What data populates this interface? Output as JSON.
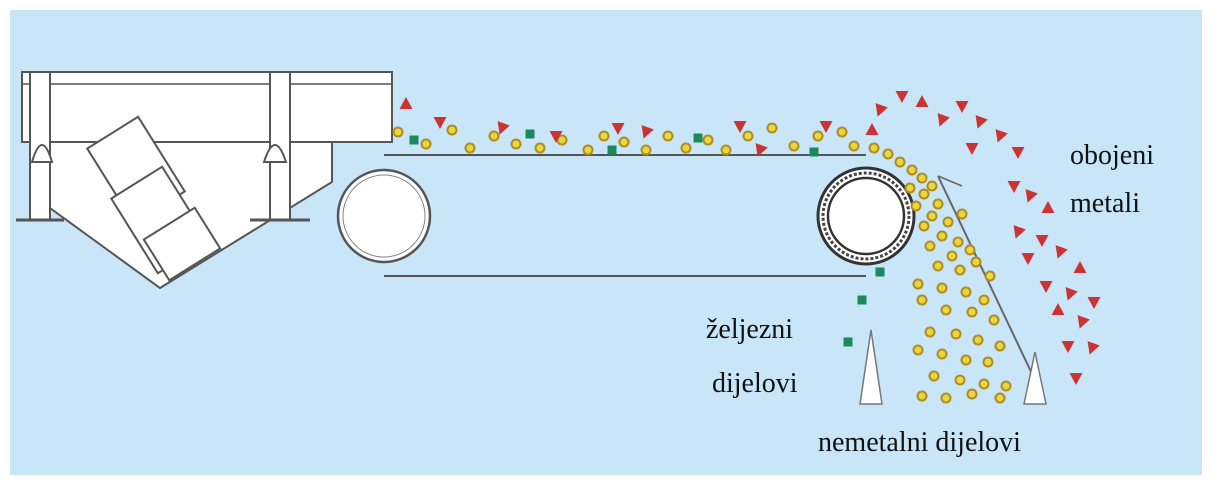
{
  "labels": {
    "ferrous_line1": "željezni",
    "ferrous_line2": "dijelovi",
    "nonmetal": "nemetalni dijelovi",
    "nonferrous_line1": "obojeni",
    "nonferrous_line2": "metali"
  },
  "colors": {
    "background": "#c8e6f8",
    "frame": "#ffffff",
    "machine_fill": "#ffffff",
    "machine_stroke": "#555555",
    "ferrous": "#1a8a5c",
    "nonmetal_fill": "#e8d840",
    "nonmetal_stroke": "#b08a20",
    "nonferrous": "#cc3333"
  }
}
